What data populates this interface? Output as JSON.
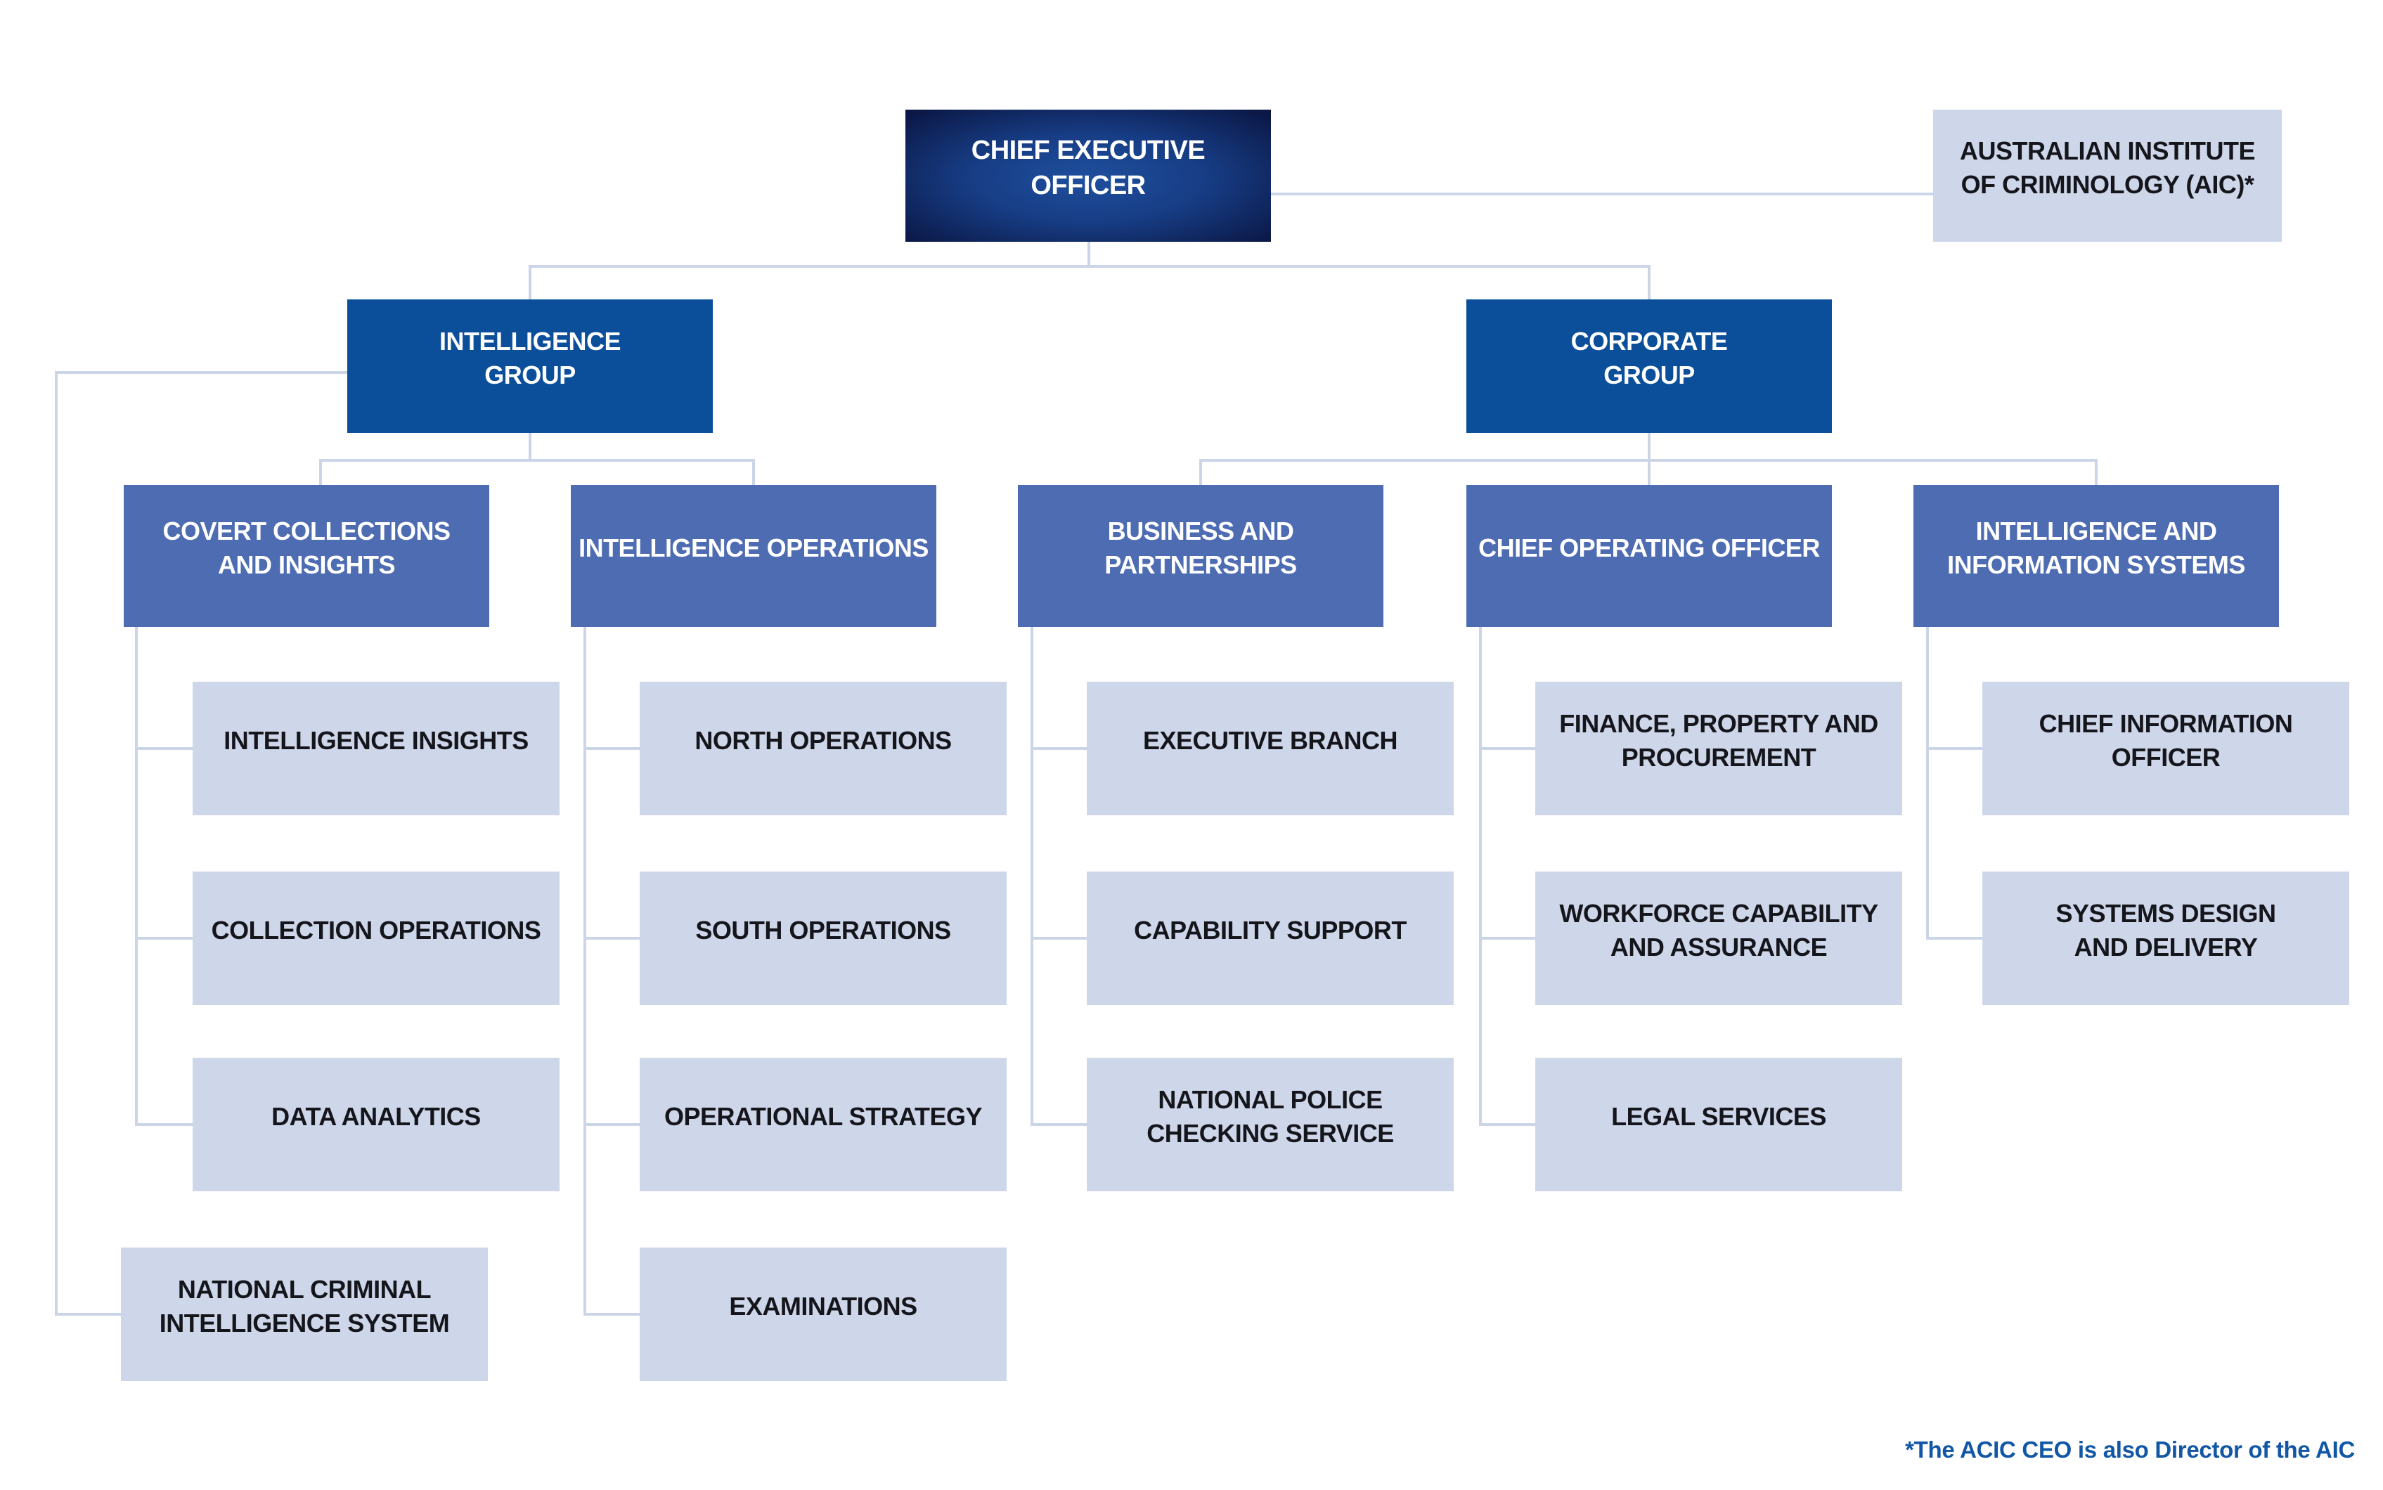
{
  "org_chart": {
    "ceo": {
      "label": "CHIEF EXECUTIVE\nOFFICER"
    },
    "aic": {
      "label": "AUSTRALIAN INSTITUTE\nOF CRIMINOLOGY (AIC)*"
    },
    "groups": {
      "intelligence": {
        "label": "INTELLIGENCE\nGROUP"
      },
      "corporate": {
        "label": "CORPORATE\nGROUP"
      }
    },
    "divisions": {
      "covert_collections": {
        "label": "COVERT COLLECTIONS\nAND INSIGHTS"
      },
      "intelligence_operations": {
        "label": "INTELLIGENCE OPERATIONS"
      },
      "business_partnerships": {
        "label": "BUSINESS AND\nPARTNERSHIPS"
      },
      "chief_operating_officer": {
        "label": "CHIEF OPERATING OFFICER"
      },
      "intelligence_information_systems": {
        "label": "INTELLIGENCE AND\nINFORMATION SYSTEMS"
      }
    },
    "units": {
      "intelligence_insights": {
        "label": "INTELLIGENCE INSIGHTS"
      },
      "collection_operations": {
        "label": "COLLECTION OPERATIONS"
      },
      "data_analytics": {
        "label": "DATA ANALYTICS"
      },
      "national_criminal_intelligence_system": {
        "label": "NATIONAL CRIMINAL\nINTELLIGENCE SYSTEM"
      },
      "north_operations": {
        "label": "NORTH OPERATIONS"
      },
      "south_operations": {
        "label": "SOUTH OPERATIONS"
      },
      "operational_strategy": {
        "label": "OPERATIONAL STRATEGY"
      },
      "examinations": {
        "label": "EXAMINATIONS"
      },
      "executive_branch": {
        "label": "EXECUTIVE BRANCH"
      },
      "capability_support": {
        "label": "CAPABILITY SUPPORT"
      },
      "national_police_checking_service": {
        "label": "NATIONAL POLICE\nCHECKING SERVICE"
      },
      "finance_property_procurement": {
        "label": "FINANCE, PROPERTY AND\nPROCUREMENT"
      },
      "workforce_capability_assurance": {
        "label": "WORKFORCE CAPABILITY\nAND ASSURANCE"
      },
      "legal_services": {
        "label": "LEGAL SERVICES"
      },
      "chief_information_officer": {
        "label": "CHIEF INFORMATION\nOFFICER"
      },
      "systems_design_delivery": {
        "label": "SYSTEMS DESIGN\nAND DELIVERY"
      }
    },
    "footnote": "*The ACIC CEO is also Director of the AIC"
  },
  "colors": {
    "group_blue": "#0b4f9b",
    "division_slate_blue": "#4e6cb2",
    "unit_light_blue": "#ced7ea",
    "connector_line": "#ccd5e8",
    "ceo_gradient_center": "#1f4f9e",
    "ceo_gradient_edge": "#0a1440",
    "footnote_blue": "#1257a5",
    "dark_text": "#15151c",
    "light_text": "#ffffff"
  }
}
